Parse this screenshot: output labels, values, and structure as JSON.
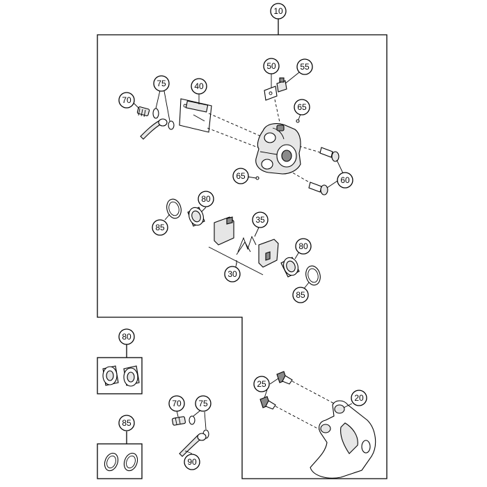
{
  "callouts": [
    {
      "id": "c10",
      "label": "10"
    },
    {
      "id": "c75a",
      "label": "75"
    },
    {
      "id": "c40",
      "label": "40"
    },
    {
      "id": "c50",
      "label": "50"
    },
    {
      "id": "c55",
      "label": "55"
    },
    {
      "id": "c70a",
      "label": "70"
    },
    {
      "id": "c65a",
      "label": "65"
    },
    {
      "id": "c65b",
      "label": "65"
    },
    {
      "id": "c60",
      "label": "60"
    },
    {
      "id": "c80a",
      "label": "80"
    },
    {
      "id": "c35",
      "label": "35"
    },
    {
      "id": "c85a",
      "label": "85"
    },
    {
      "id": "c80b",
      "label": "80"
    },
    {
      "id": "c30",
      "label": "30"
    },
    {
      "id": "c85b",
      "label": "85"
    },
    {
      "id": "c80c",
      "label": "80"
    },
    {
      "id": "c25",
      "label": "25"
    },
    {
      "id": "c20",
      "label": "20"
    },
    {
      "id": "c70b",
      "label": "70"
    },
    {
      "id": "c75b",
      "label": "75"
    },
    {
      "id": "c85c",
      "label": "85"
    },
    {
      "id": "c90",
      "label": "90"
    }
  ]
}
